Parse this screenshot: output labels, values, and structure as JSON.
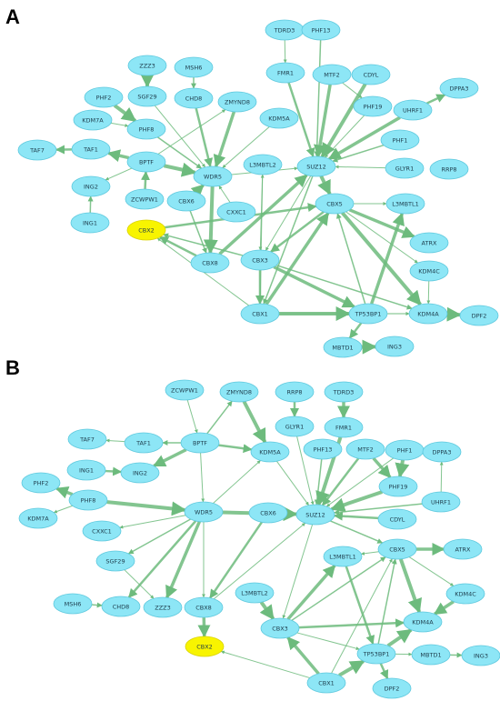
{
  "panels": [
    {
      "label": "A",
      "nodes": [
        {
          "id": "TDRD3",
          "label": "TDRD3"
        },
        {
          "id": "PHF13",
          "label": "PHF13"
        },
        {
          "id": "FMR1",
          "label": "FMR1"
        },
        {
          "id": "ZZZ3",
          "label": "ZZZ3"
        },
        {
          "id": "MSH6",
          "label": "MSH6"
        },
        {
          "id": "MTF2",
          "label": "MTF2"
        },
        {
          "id": "CDYL",
          "label": "CDYL"
        },
        {
          "id": "DPPA3",
          "label": "DPPA3"
        },
        {
          "id": "PHF2",
          "label": "PHF2"
        },
        {
          "id": "SGF29",
          "label": "SGF29"
        },
        {
          "id": "CHD8",
          "label": "CHD8"
        },
        {
          "id": "ZMYND8",
          "label": "ZMYND8"
        },
        {
          "id": "PHF19",
          "label": "PHF19"
        },
        {
          "id": "UHRF1",
          "label": "UHRF1"
        },
        {
          "id": "KDM7A",
          "label": "KDM7A"
        },
        {
          "id": "PHF8",
          "label": "PHF8"
        },
        {
          "id": "KDM5A",
          "label": "KDM5A"
        },
        {
          "id": "PHF1",
          "label": "PHF1"
        },
        {
          "id": "TAF7",
          "label": "TAF7"
        },
        {
          "id": "TAF1",
          "label": "TAF1"
        },
        {
          "id": "BPTF",
          "label": "BPTF"
        },
        {
          "id": "L3MBTL2",
          "label": "L3MBTL2"
        },
        {
          "id": "SUZ12",
          "label": "SUZ12"
        },
        {
          "id": "GLYR1",
          "label": "GLYR1"
        },
        {
          "id": "RRP8",
          "label": "RRP8"
        },
        {
          "id": "WDR5",
          "label": "WDR5"
        },
        {
          "id": "ING2",
          "label": "ING2"
        },
        {
          "id": "ZCWPW1",
          "label": "ZCWPW1"
        },
        {
          "id": "CBX6",
          "label": "CBX6"
        },
        {
          "id": "CXXC1",
          "label": "CXXC1"
        },
        {
          "id": "CBX5",
          "label": "CBX5"
        },
        {
          "id": "L3MBTL1",
          "label": "L3MBTL1"
        },
        {
          "id": "ING1",
          "label": "ING1"
        },
        {
          "id": "CBX2",
          "label": "CBX2",
          "highlight": true
        },
        {
          "id": "ATRX",
          "label": "ATRX"
        },
        {
          "id": "CBX8",
          "label": "CBX8"
        },
        {
          "id": "CBX3",
          "label": "CBX3"
        },
        {
          "id": "KDM4C",
          "label": "KDM4C"
        },
        {
          "id": "CBX1",
          "label": "CBX1"
        },
        {
          "id": "TP53BP1",
          "label": "TP53BP1"
        },
        {
          "id": "KDM4A",
          "label": "KDM4A"
        },
        {
          "id": "DPF2",
          "label": "DPF2"
        },
        {
          "id": "MBTD1",
          "label": "MBTD1"
        },
        {
          "id": "ING3",
          "label": "ING3"
        }
      ],
      "edges": [
        [
          "TDRD3",
          "FMR1"
        ],
        [
          "PHF13",
          "SUZ12"
        ],
        [
          "FMR1",
          "SUZ12"
        ],
        [
          "MTF2",
          "SUZ12"
        ],
        [
          "MTF2",
          "PHF19"
        ],
        [
          "CDYL",
          "SUZ12"
        ],
        [
          "PHF19",
          "SUZ12"
        ],
        [
          "PHF1",
          "SUZ12"
        ],
        [
          "UHRF1",
          "DPPA3"
        ],
        [
          "UHRF1",
          "SUZ12"
        ],
        [
          "GLYR1",
          "SUZ12"
        ],
        [
          "ZZZ3",
          "SGF29"
        ],
        [
          "SGF29",
          "WDR5"
        ],
        [
          "MSH6",
          "CHD8"
        ],
        [
          "CHD8",
          "WDR5"
        ],
        [
          "ZMYND8",
          "WDR5"
        ],
        [
          "KDM5A",
          "WDR5"
        ],
        [
          "PHF2",
          "PHF8"
        ],
        [
          "KDM7A",
          "PHF8"
        ],
        [
          "PHF8",
          "WDR5"
        ],
        [
          "TAF1",
          "TAF7"
        ],
        [
          "BPTF",
          "TAF1"
        ],
        [
          "BPTF",
          "ING2"
        ],
        [
          "BPTF",
          "WDR5"
        ],
        [
          "BPTF",
          "ZMYND8"
        ],
        [
          "ING1",
          "ING2"
        ],
        [
          "ZCWPW1",
          "BPTF"
        ],
        [
          "CBX6",
          "WDR5"
        ],
        [
          "CXXC1",
          "WDR5"
        ],
        [
          "WDR5",
          "CBX8"
        ],
        [
          "WDR5",
          "SUZ12"
        ],
        [
          "CBX6",
          "CBX8"
        ],
        [
          "CBX8",
          "CBX2"
        ],
        [
          "CBX8",
          "SUZ12"
        ],
        [
          "L3MBTL2",
          "CBX3"
        ],
        [
          "SUZ12",
          "CBX5"
        ],
        [
          "SUZ12",
          "CBX3"
        ],
        [
          "SUZ12",
          "CBX1"
        ],
        [
          "CBX5",
          "CBX3"
        ],
        [
          "CBX5",
          "ATRX"
        ],
        [
          "CBX5",
          "KDM4C"
        ],
        [
          "CBX5",
          "KDM4A"
        ],
        [
          "CBX5",
          "L3MBTL1"
        ],
        [
          "CBX3",
          "KDM4A"
        ],
        [
          "CBX3",
          "CBX1"
        ],
        [
          "CBX1",
          "CBX5"
        ],
        [
          "CBX1",
          "KDM4A"
        ],
        [
          "CBX1",
          "TP53BP1"
        ],
        [
          "TP53BP1",
          "KDM4A"
        ],
        [
          "TP53BP1",
          "CBX5"
        ],
        [
          "TP53BP1",
          "MBTD1"
        ],
        [
          "TP53BP1",
          "L3MBTL1"
        ],
        [
          "KDM4C",
          "KDM4A"
        ],
        [
          "KDM4A",
          "DPF2"
        ],
        [
          "CBX1",
          "CBX2"
        ],
        [
          "CBX3",
          "CBX2"
        ],
        [
          "CBX2",
          "CBX5"
        ],
        [
          "CBX3",
          "TP53BP1"
        ],
        [
          "CBX1",
          "L3MBTL2"
        ],
        [
          "MBTD1",
          "ING3"
        ],
        [
          "TDRD3",
          "PHF13"
        ]
      ]
    },
    {
      "label": "B",
      "nodes": [
        {
          "id": "ZCWPW1",
          "label": "ZCWPW1"
        },
        {
          "id": "ZMYND8",
          "label": "ZMYND8"
        },
        {
          "id": "RRP8",
          "label": "RRP8"
        },
        {
          "id": "TDRD3",
          "label": "TDRD3"
        },
        {
          "id": "GLYR1",
          "label": "GLYR1"
        },
        {
          "id": "FMR1",
          "label": "FMR1"
        },
        {
          "id": "TAF7",
          "label": "TAF7"
        },
        {
          "id": "TAF1",
          "label": "TAF1"
        },
        {
          "id": "BPTF",
          "label": "BPTF"
        },
        {
          "id": "KDM5A",
          "label": "KDM5A"
        },
        {
          "id": "PHF13",
          "label": "PHF13"
        },
        {
          "id": "MTF2",
          "label": "MTF2"
        },
        {
          "id": "PHF1",
          "label": "PHF1"
        },
        {
          "id": "DPPA3",
          "label": "DPPA3"
        },
        {
          "id": "ING1",
          "label": "ING1"
        },
        {
          "id": "ING2",
          "label": "ING2"
        },
        {
          "id": "PHF2",
          "label": "PHF2"
        },
        {
          "id": "PHF19",
          "label": "PHF19"
        },
        {
          "id": "PHF8",
          "label": "PHF8"
        },
        {
          "id": "UHRF1",
          "label": "UHRF1"
        },
        {
          "id": "WDR5",
          "label": "WDR5"
        },
        {
          "id": "CBX6",
          "label": "CBX6"
        },
        {
          "id": "SUZ12",
          "label": "SUZ12"
        },
        {
          "id": "CDYL",
          "label": "CDYL"
        },
        {
          "id": "KDM7A",
          "label": "KDM7A"
        },
        {
          "id": "CXXC1",
          "label": "CXXC1"
        },
        {
          "id": "CBX5",
          "label": "CBX5"
        },
        {
          "id": "ATRX",
          "label": "ATRX"
        },
        {
          "id": "L3MBTL1",
          "label": "L3MBTL1"
        },
        {
          "id": "SGF29",
          "label": "SGF29"
        },
        {
          "id": "MSH6",
          "label": "MSH6"
        },
        {
          "id": "CHD8",
          "label": "CHD8"
        },
        {
          "id": "ZZZ3",
          "label": "ZZZ3"
        },
        {
          "id": "CBX8",
          "label": "CBX8"
        },
        {
          "id": "L3MBTL2",
          "label": "L3MBTL2"
        },
        {
          "id": "KDM4C",
          "label": "KDM4C"
        },
        {
          "id": "CBX3",
          "label": "CBX3"
        },
        {
          "id": "KDM4A",
          "label": "KDM4A"
        },
        {
          "id": "CBX2",
          "label": "CBX2",
          "highlight": true
        },
        {
          "id": "TP53BP1",
          "label": "TP53BP1"
        },
        {
          "id": "MBTD1",
          "label": "MBTD1"
        },
        {
          "id": "ING3",
          "label": "ING3"
        },
        {
          "id": "CBX1",
          "label": "CBX1"
        },
        {
          "id": "DPF2",
          "label": "DPF2"
        }
      ],
      "edges": [
        [
          "ZCWPW1",
          "BPTF"
        ],
        [
          "BPTF",
          "ZMYND8"
        ],
        [
          "RRP8",
          "GLYR1"
        ],
        [
          "TDRD3",
          "FMR1"
        ],
        [
          "GLYR1",
          "SUZ12"
        ],
        [
          "FMR1",
          "SUZ12"
        ],
        [
          "TAF1",
          "TAF7"
        ],
        [
          "BPTF",
          "TAF1"
        ],
        [
          "BPTF",
          "KDM5A"
        ],
        [
          "BPTF",
          "ING2"
        ],
        [
          "BPTF",
          "WDR5"
        ],
        [
          "ZMYND8",
          "KDM5A"
        ],
        [
          "KDM5A",
          "SUZ12"
        ],
        [
          "PHF13",
          "SUZ12"
        ],
        [
          "MTF2",
          "SUZ12"
        ],
        [
          "MTF2",
          "PHF19"
        ],
        [
          "PHF1",
          "SUZ12"
        ],
        [
          "PHF19",
          "SUZ12"
        ],
        [
          "UHRF1",
          "DPPA3"
        ],
        [
          "UHRF1",
          "SUZ12"
        ],
        [
          "ING1",
          "ING2"
        ],
        [
          "PHF8",
          "PHF2"
        ],
        [
          "PHF8",
          "KDM7A"
        ],
        [
          "PHF8",
          "WDR5"
        ],
        [
          "WDR5",
          "CXXC1"
        ],
        [
          "WDR5",
          "SGF29"
        ],
        [
          "WDR5",
          "CHD8"
        ],
        [
          "WDR5",
          "ZZZ3"
        ],
        [
          "WDR5",
          "CBX8"
        ],
        [
          "WDR5",
          "SUZ12"
        ],
        [
          "SGF29",
          "ZZZ3"
        ],
        [
          "MSH6",
          "CHD8"
        ],
        [
          "CBX6",
          "CBX8"
        ],
        [
          "CBX8",
          "CBX2"
        ],
        [
          "CBX8",
          "SUZ12"
        ],
        [
          "L3MBTL2",
          "CBX3"
        ],
        [
          "SUZ12",
          "CBX3"
        ],
        [
          "SUZ12",
          "CBX5"
        ],
        [
          "CDYL",
          "SUZ12"
        ],
        [
          "CBX5",
          "ATRX"
        ],
        [
          "CBX5",
          "KDM4C"
        ],
        [
          "CBX5",
          "KDM4A"
        ],
        [
          "CBX5",
          "L3MBTL1"
        ],
        [
          "CBX3",
          "CBX5"
        ],
        [
          "CBX3",
          "KDM4A"
        ],
        [
          "KDM4C",
          "KDM4A"
        ],
        [
          "CBX3",
          "TP53BP1"
        ],
        [
          "TP53BP1",
          "KDM4A"
        ],
        [
          "TP53BP1",
          "MBTD1"
        ],
        [
          "MBTD1",
          "ING3"
        ],
        [
          "TP53BP1",
          "DPF2"
        ],
        [
          "CBX1",
          "CBX3"
        ],
        [
          "CBX1",
          "CBX5"
        ],
        [
          "CBX1",
          "TP53BP1"
        ],
        [
          "CBX1",
          "CBX2"
        ],
        [
          "TP53BP1",
          "CBX5"
        ],
        [
          "L3MBTL1",
          "TP53BP1"
        ],
        [
          "CBX3",
          "L3MBTL1"
        ],
        [
          "WDR5",
          "KDM5A"
        ],
        [
          "PHF1",
          "PHF19"
        ]
      ]
    }
  ],
  "colors": {
    "node_fill": "#8de6f6",
    "node_stroke": "#5dc8dd",
    "highlight_fill": "#f8f400",
    "highlight_stroke": "#d9d200",
    "edge": "#6dbb7d",
    "text": "#1d3b4a"
  }
}
